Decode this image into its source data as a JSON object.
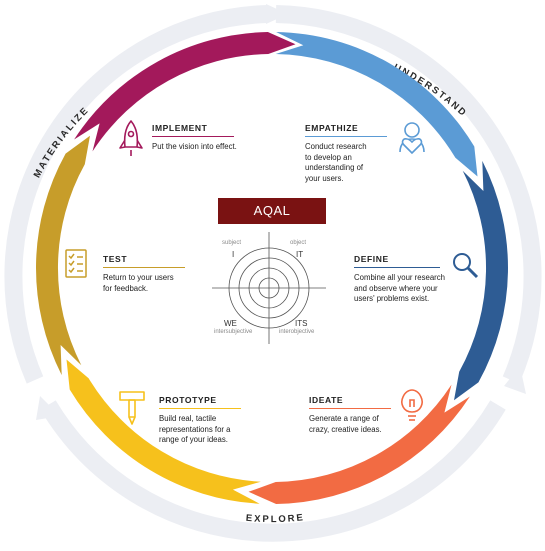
{
  "ring": {
    "understand": "UNDERSTAND",
    "explore": "EXPLORE",
    "materialize": "MATERIALIZE"
  },
  "stages": {
    "empathize": {
      "title": "EMPATHIZE",
      "desc_lines": [
        "Conduct research",
        "to develop an",
        "understanding of",
        "your users."
      ],
      "color": "#5b9bd5"
    },
    "define": {
      "title": "DEFINE",
      "desc_lines": [
        "Combine all your research",
        "and observe where your",
        "users' problems exist."
      ],
      "color": "#2e5c94"
    },
    "ideate": {
      "title": "IDEATE",
      "desc_lines": [
        "Generate a range of",
        "crazy, creative ideas."
      ],
      "color": "#f26b43"
    },
    "prototype": {
      "title": "PROTOTYPE",
      "desc_lines": [
        "Build real, tactile",
        "representations for a",
        "range of your ideas."
      ],
      "color": "#f6c11c"
    },
    "test": {
      "title": "TEST",
      "desc_lines": [
        "Return to your users",
        "for feedback."
      ],
      "color": "#c79d2a"
    },
    "implement": {
      "title": "IMPLEMENT",
      "desc_lines": [
        "Put the vision into effect."
      ],
      "color": "#a3195b"
    }
  },
  "aqal": {
    "title": "AQAL",
    "q_i": "I",
    "q_it": "IT",
    "q_we": "WE",
    "q_its": "ITS",
    "sub_subject": "subject",
    "sub_object": "object",
    "sub_intersubjective": "intersubjective",
    "sub_interobjective": "interobjective"
  },
  "icons": {
    "implement": "rocket-icon",
    "empathize": "user-heart-icon",
    "define": "magnifier-icon",
    "ideate": "lightbulb-icon",
    "prototype": "hammer-icon",
    "test": "checklist-icon"
  }
}
